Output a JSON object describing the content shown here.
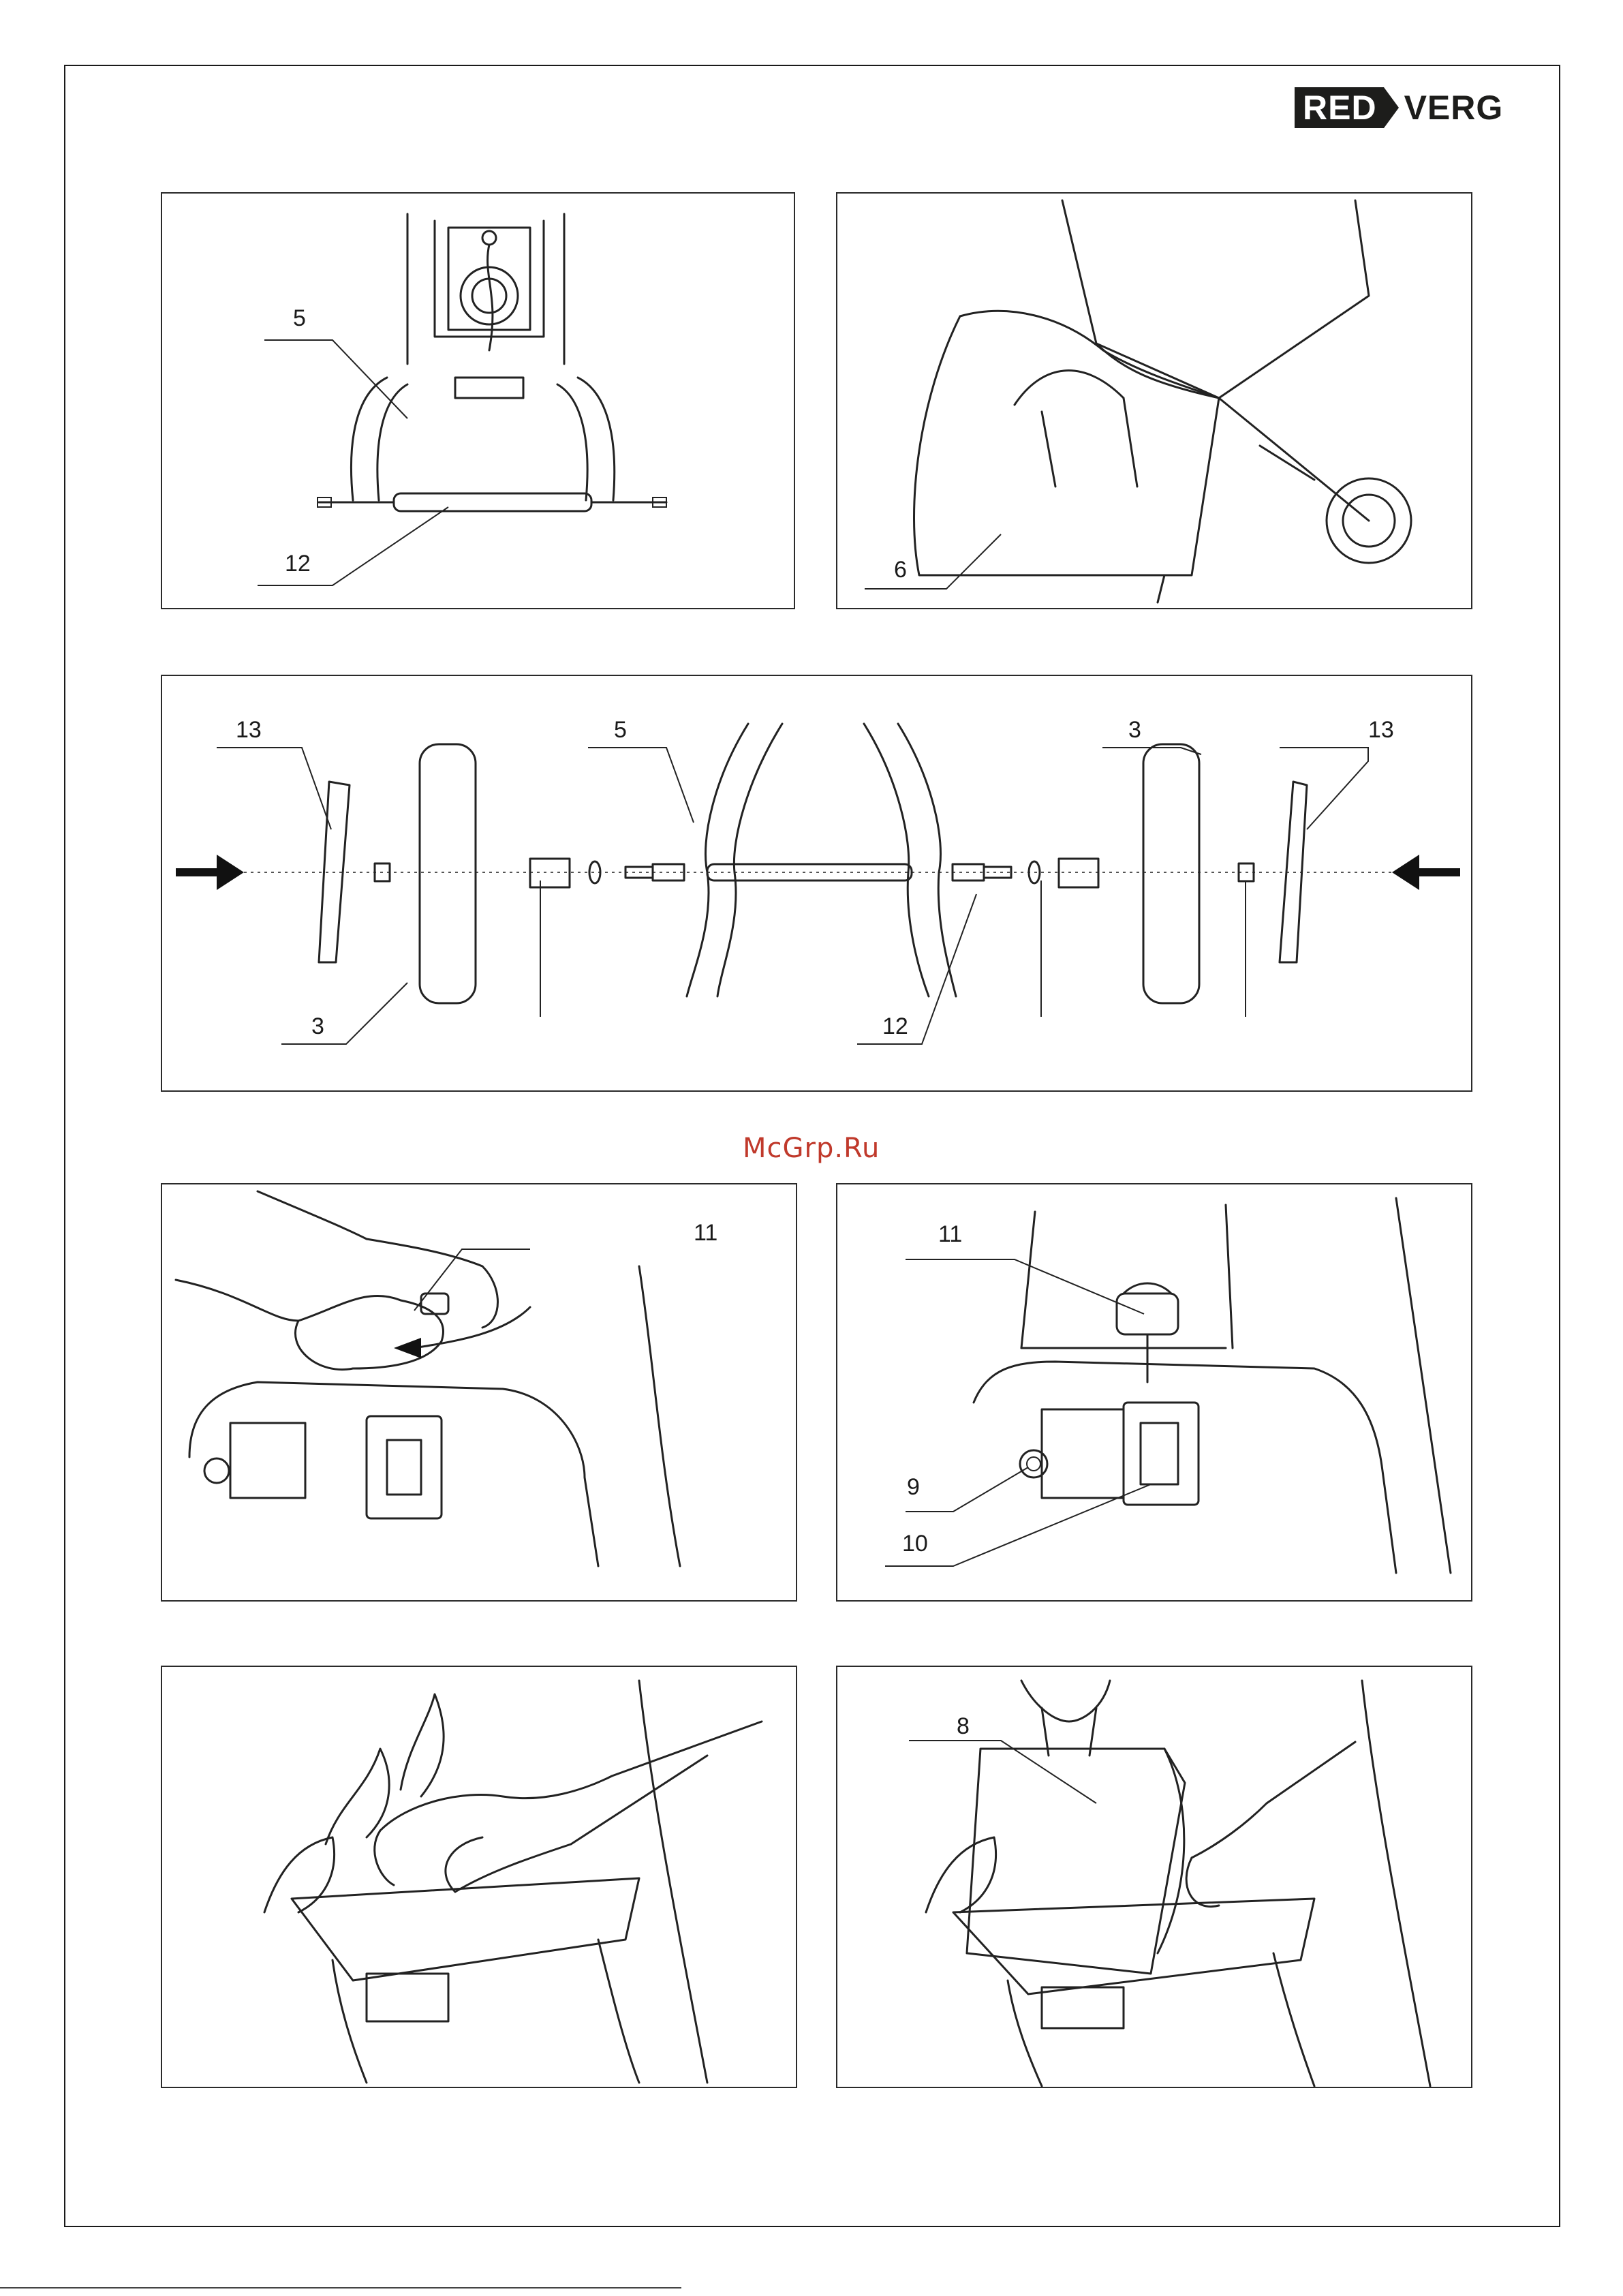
{
  "brand": {
    "part1": "RED",
    "part2": "VERG"
  },
  "watermark": "McGrp.Ru",
  "figures": {
    "fig1": {
      "labels": [
        "5",
        "12"
      ]
    },
    "fig2": {
      "labels": [
        "6"
      ]
    },
    "fig3": {
      "labels": [
        "13",
        "5",
        "3",
        "13",
        "3",
        "12"
      ]
    },
    "fig4": {
      "labels": [
        "11"
      ]
    },
    "fig5": {
      "labels": [
        "11",
        "9",
        "10"
      ]
    },
    "fig6": {
      "labels": []
    },
    "fig7": {
      "labels": [
        "8"
      ]
    }
  }
}
